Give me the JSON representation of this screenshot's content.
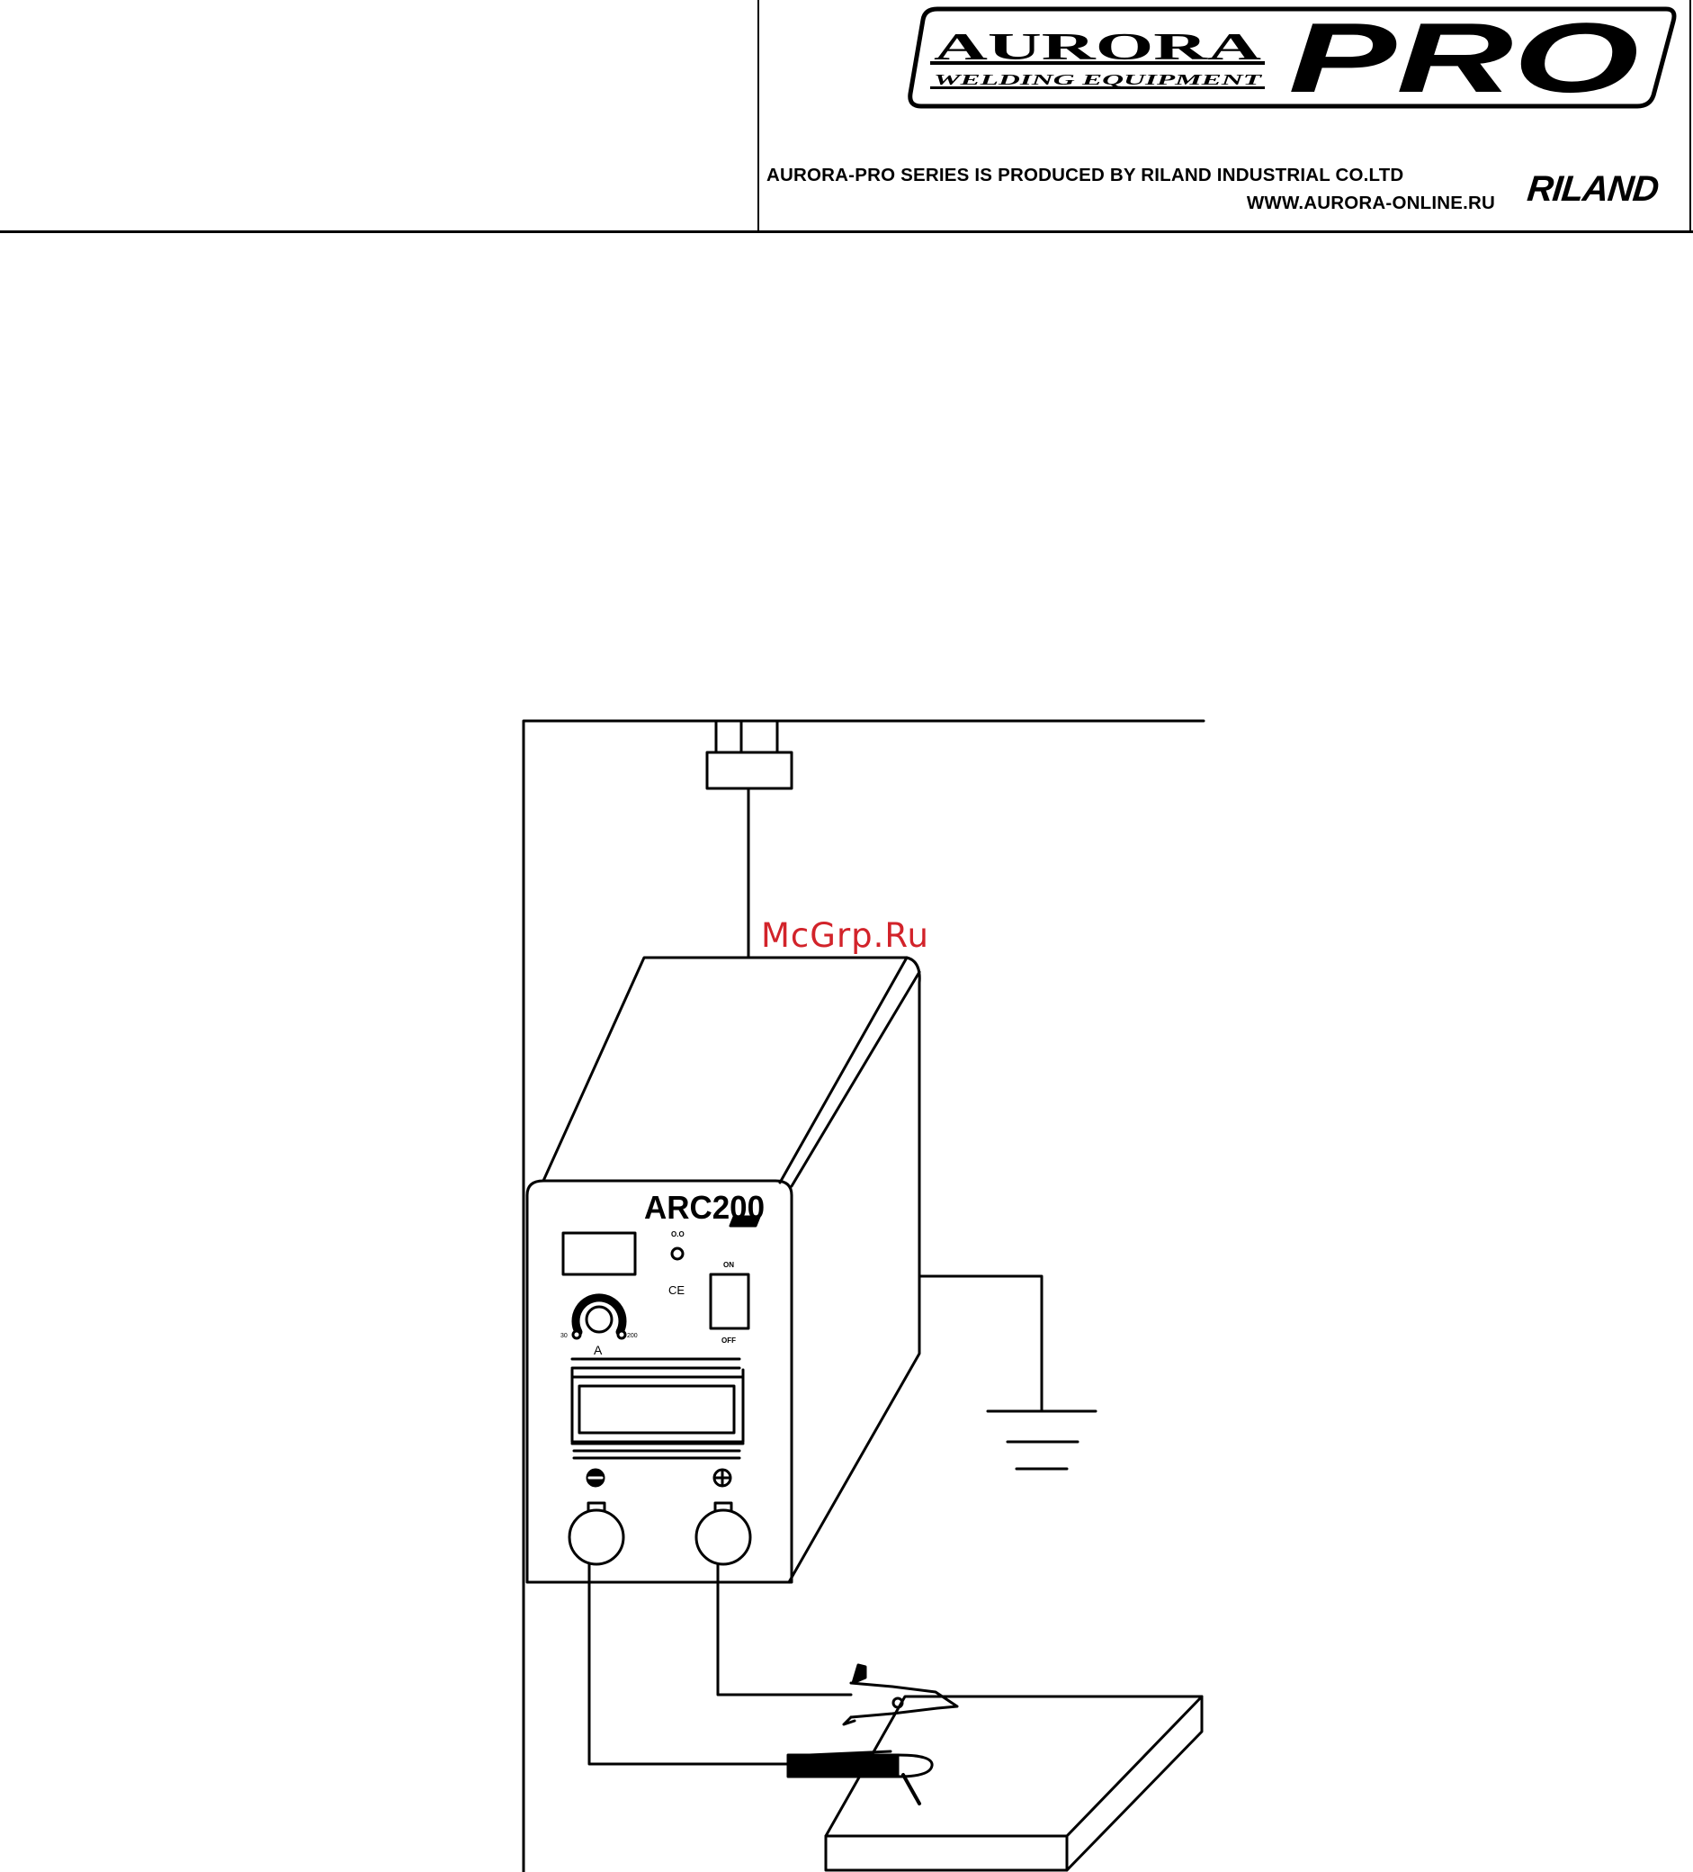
{
  "header": {
    "brand_main": "AURORA",
    "brand_sub": "WELDING EQUIPMENT",
    "brand_pro": "PRO",
    "producer_text": "AURORA-PRO SERIES IS PRODUCED BY RILAND INDUSTRIAL CO.LTD",
    "website": "WWW.AURORA-ONLINE.RU",
    "riland_logo": "RILAND"
  },
  "welder_panel": {
    "model": "ARC200",
    "indicator_label": "O.O",
    "ce_mark": "CE",
    "switch_on": "ON",
    "switch_off": "OFF",
    "dial_min": "30",
    "dial_max": "200",
    "dial_unit": "A"
  },
  "watermark": "McGrp.Ru",
  "colors": {
    "line": "#000000",
    "watermark": "#d2232a"
  }
}
